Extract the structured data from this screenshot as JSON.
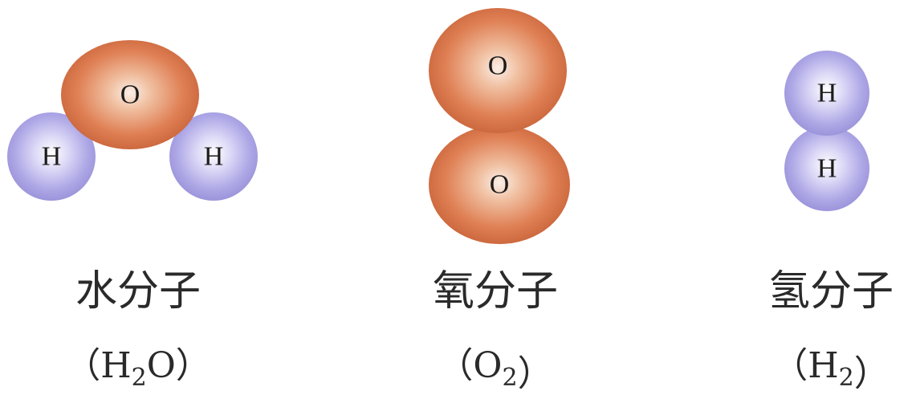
{
  "colors": {
    "oxygen": "#d8754a",
    "hydrogen": "#a7a0e2",
    "text": "#2a2a2a"
  },
  "molecules": [
    {
      "name": "水分子",
      "formula": {
        "open": "（",
        "base": "H",
        "sub": "2",
        "rest": "O",
        "close": "）"
      },
      "atoms": [
        "H",
        "O",
        "H"
      ]
    },
    {
      "name": "氧分子",
      "formula": {
        "open": "（",
        "base": "O",
        "sub": "2",
        "rest": "",
        "close": "）"
      },
      "atoms": [
        "O",
        "O"
      ]
    },
    {
      "name": "氢分子",
      "formula": {
        "open": "（",
        "base": "H",
        "sub": "2",
        "rest": "",
        "close": "）"
      },
      "atoms": [
        "H",
        "H"
      ]
    }
  ]
}
